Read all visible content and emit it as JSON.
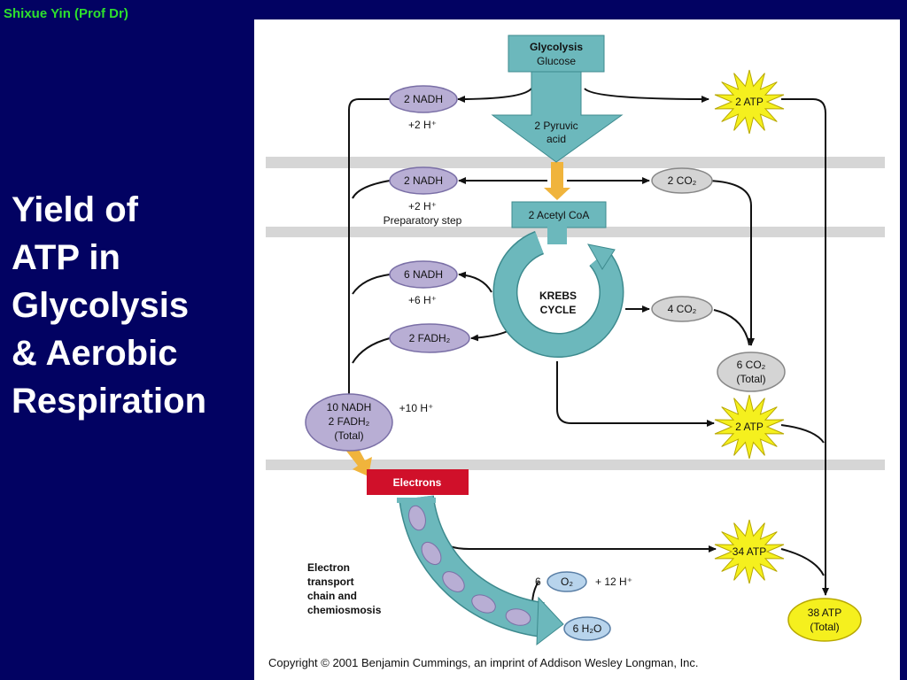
{
  "author": "Shixue Yin (Prof Dr)",
  "title_lines": [
    "Yield of",
    "ATP in",
    "Glycolysis",
    "& Aerobic",
    "Respiration"
  ],
  "diagram": {
    "glycolysis": {
      "title": "Glycolysis",
      "subtitle": "Glucose"
    },
    "pyruvic": {
      "line1": "2 Pyruvic",
      "line2": "acid"
    },
    "acetyl_coa": "2 Acetyl CoA",
    "krebs": {
      "line1": "KREBS",
      "line2": "CYCLE"
    },
    "nadh_glycolysis": "2 NADH",
    "h_glycolysis": "+2 H⁺",
    "nadh_prep": "2 NADH",
    "h_prep": "+2 H⁺",
    "prep_label": "Preparatory step",
    "nadh_krebs": "6 NADH",
    "h_krebs": "+6 H⁺",
    "fadh_krebs": "2 FADH₂",
    "total_carriers": {
      "line1": "10 NADH",
      "line2": "2 FADH₂",
      "line3": "(Total)"
    },
    "h_total": "+10 H⁺",
    "co2_prep": "2 CO₂",
    "co2_krebs": "4 CO₂",
    "co2_total": {
      "line1": "6 CO₂",
      "line2": "(Total)"
    },
    "atp_glycolysis": "2 ATP",
    "atp_krebs": "2 ATP",
    "atp_ets": "34 ATP",
    "atp_total": {
      "line1": "38 ATP",
      "line2": "(Total)"
    },
    "electrons": "Electrons",
    "ets_label": [
      "Electron",
      "transport",
      "chain and",
      "chemiosmosis"
    ],
    "o2": {
      "coef": "6",
      "label": "O₂",
      "h": "+ 12 H⁺"
    },
    "h2o": "6 H₂O",
    "copyright": "Copyright © 2001 Benjamin Cummings, an imprint of Addison Wesley Longman, Inc."
  },
  "colors": {
    "background": "#020262",
    "author": "#2de02d",
    "teal": "#6cb8bc",
    "purple": "#b8aed4",
    "gray_oval": "#d4d4d4",
    "star": "#f5f01e",
    "electrons": "#d0102a",
    "orange_arrow": "#f0b43c"
  }
}
